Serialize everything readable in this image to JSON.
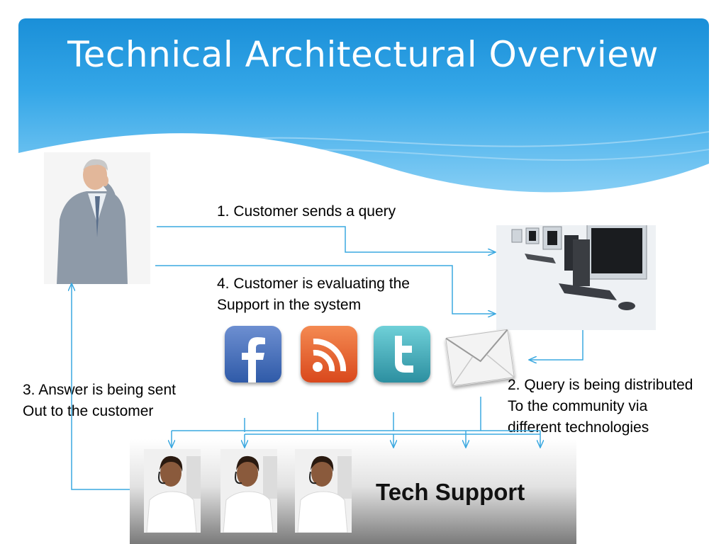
{
  "slide": {
    "title": "Technical Architectural Overview"
  },
  "steps": {
    "step1": "1. Customer sends a query",
    "step4_line1": "4. Customer is evaluating the",
    "step4_line2": "Support in the system",
    "step3_line1": "3. Answer is being sent",
    "step3_line2": "Out to the customer",
    "step2_line1": "2. Query is being distributed",
    "step2_line2": "To the community via",
    "step2_line3": "different technologies"
  },
  "support": {
    "label": "Tech Support"
  },
  "icons": [
    "facebook-icon",
    "rss-icon",
    "twitter-icon",
    "email-icon"
  ],
  "colors": {
    "arrow": "#3aa8e0",
    "header_dark": "#1a8fd8",
    "header_light": "#8ed2f6"
  }
}
